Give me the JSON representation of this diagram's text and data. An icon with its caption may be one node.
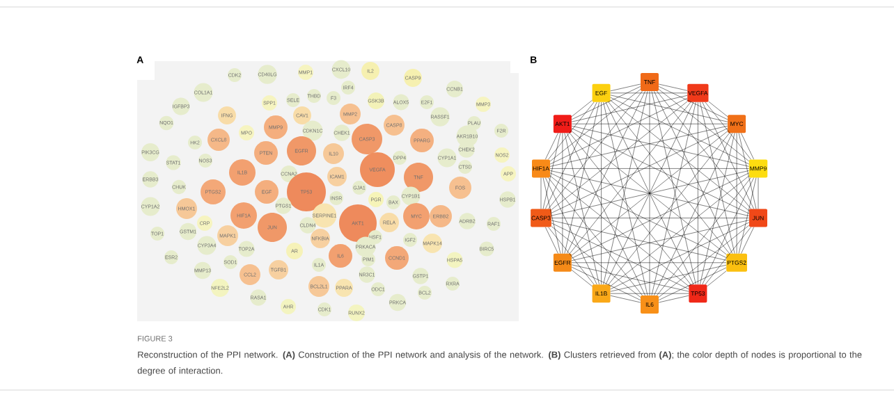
{
  "diagram": {
    "caption": "Reconstruction of the PPI network. **(A)** Construction of the PPI network and analysis of the network. **(B)** Clusters retrieved from **(A)**; the color depth of nodes is proportional to the degree of interaction.",
    "nodes": [
      {
        "text": [
          "CDK2"
        ]
      },
      {
        "text": [
          "CD40LG"
        ]
      },
      {
        "text": [
          "MMP1"
        ]
      },
      {
        "text": [
          "CXCL10"
        ]
      },
      {
        "text": [
          "IL2"
        ]
      },
      {
        "text": [
          "CASP9"
        ]
      },
      {
        "text": [
          "COL1A1"
        ]
      },
      {
        "text": [
          "SELE"
        ]
      },
      {
        "text": [
          "THBD"
        ]
      },
      {
        "text": [
          "IRF4"
        ]
      },
      {
        "text": [
          "F3"
        ]
      },
      {
        "text": [
          "GSK3B"
        ]
      },
      {
        "text": [
          "ALOX5"
        ]
      },
      {
        "text": [
          "E2F1"
        ]
      },
      {
        "text": [
          "CCNB1"
        ]
      },
      {
        "text": [
          "MMP3"
        ]
      },
      {
        "text": [
          "IGFBP3"
        ]
      },
      {
        "text": [
          "SPP1"
        ]
      },
      {
        "text": [
          "IFNG"
        ]
      },
      {
        "text": [
          "CAV1"
        ]
      },
      {
        "text": [
          "MMP2"
        ]
      },
      {
        "text": [
          "RASSF1"
        ]
      },
      {
        "text": [
          "PLAU"
        ]
      },
      {
        "text": [
          "NQO1"
        ]
      },
      {
        "text": [
          "MPO"
        ]
      },
      {
        "text": [
          "MMP9"
        ]
      },
      {
        "text": [
          "CDKN1C"
        ]
      },
      {
        "text": [
          "CHEK1"
        ]
      },
      {
        "text": [
          "CASP8"
        ]
      },
      {
        "text": [
          "PPARG"
        ]
      },
      {
        "text": [
          "AKR1B10"
        ]
      },
      {
        "text": [
          "F2R"
        ]
      },
      {
        "text": [
          "HK2"
        ]
      },
      {
        "text": [
          "CXCL8"
        ]
      },
      {
        "text": [
          "PTEN"
        ]
      },
      {
        "text": [
          "EGFR"
        ]
      },
      {
        "text": [
          "CASP3"
        ]
      },
      {
        "text": [
          "IL10"
        ]
      },
      {
        "text": [
          "DPP4"
        ]
      },
      {
        "text": [
          "CYP1A1"
        ]
      },
      {
        "text": [
          "CHEK2"
        ]
      },
      {
        "text": [
          "NOS2"
        ]
      },
      {
        "text": [
          "PIK3CG"
        ]
      },
      {
        "text": [
          "STAT1"
        ]
      },
      {
        "text": [
          "NOS3"
        ]
      },
      {
        "text": [
          "IL1B"
        ]
      },
      {
        "text": [
          "CCNA2"
        ]
      },
      {
        "text": [
          "ICAM1"
        ]
      },
      {
        "text": [
          "VEGFA"
        ]
      },
      {
        "text": [
          "TNF"
        ]
      },
      {
        "text": [
          "CTSD"
        ]
      },
      {
        "text": [
          "APP"
        ]
      },
      {
        "text": [
          "ERBB3"
        ]
      },
      {
        "text": [
          "CHUK"
        ]
      },
      {
        "text": [
          "PTGS2"
        ]
      },
      {
        "text": [
          "EGF"
        ]
      },
      {
        "text": [
          "TP53"
        ]
      },
      {
        "text": [
          "GJA1"
        ]
      },
      {
        "text": [
          "FOS"
        ]
      },
      {
        "text": [
          "CYP1A2"
        ]
      },
      {
        "text": [
          "HMOX1"
        ]
      },
      {
        "text": [
          "PTGS1"
        ]
      },
      {
        "text": [
          "INSR"
        ]
      },
      {
        "text": [
          "PGR"
        ]
      },
      {
        "text": [
          "BAX"
        ]
      },
      {
        "text": [
          "CYP1B1"
        ]
      },
      {
        "text": [
          "HSPB1"
        ]
      },
      {
        "text": [
          "HIF1A"
        ]
      },
      {
        "text": [
          "SERPINE1"
        ]
      },
      {
        "text": [
          "AKT1"
        ]
      },
      {
        "text": [
          "RELA"
        ]
      },
      {
        "text": [
          "MYC"
        ]
      },
      {
        "text": [
          "ERBB2"
        ]
      },
      {
        "text": [
          "ADRB2"
        ]
      },
      {
        "text": [
          "RAF1"
        ]
      },
      {
        "text": [
          "CRP"
        ]
      },
      {
        "text": [
          "TOP1"
        ]
      },
      {
        "text": [
          "GSTM1"
        ]
      },
      {
        "text": [
          "JUN"
        ]
      },
      {
        "text": [
          "CLDN4"
        ]
      },
      {
        "text": [
          "MAPK1"
        ]
      },
      {
        "text": [
          "NFKBIA"
        ]
      },
      {
        "text": [
          "HSF1"
        ]
      },
      {
        "text": [
          "IGF2"
        ]
      },
      {
        "text": [
          "MAPK14"
        ]
      },
      {
        "text": [
          "BIRC5"
        ]
      },
      {
        "text": [
          "CYP3A4"
        ]
      },
      {
        "text": [
          "TOP2A"
        ]
      },
      {
        "text": [
          "AR"
        ]
      },
      {
        "text": [
          "PRKACA"
        ]
      },
      {
        "text": [
          "IL6"
        ]
      },
      {
        "text": [
          "PIM1"
        ]
      },
      {
        "text": [
          "CCND1"
        ]
      },
      {
        "text": [
          "HSPA5"
        ]
      },
      {
        "text": [
          "ESR2"
        ]
      },
      {
        "text": [
          "SOD1"
        ]
      },
      {
        "text": [
          "MMP13"
        ]
      },
      {
        "text": [
          "TGFB1"
        ]
      },
      {
        "text": [
          "IL1A"
        ]
      },
      {
        "text": [
          "CCL2"
        ]
      },
      {
        "text": [
          "NR3C1"
        ]
      },
      {
        "text": [
          "GSTP1"
        ]
      },
      {
        "text": [
          "RXRA"
        ]
      },
      {
        "text": [
          "NFE2L2"
        ]
      },
      {
        "text": [
          "BCL2L1"
        ]
      },
      {
        "text": [
          "PPARA"
        ]
      },
      {
        "text": [
          "ODC1"
        ]
      },
      {
        "text": [
          "BCL2"
        ]
      },
      {
        "text": [
          "RASA1"
        ]
      },
      {
        "text": [
          "PRKCA"
        ]
      },
      {
        "text": [
          "AHR"
        ]
      },
      {
        "text": [
          "CDK1"
        ]
      },
      {
        "text": [
          "RUNX2"
        ]
      },
      {
        "text": [
          "TNF"
        ]
      },
      {
        "text": [
          "EGF"
        ]
      },
      {
        "text": [
          "VEGFA"
        ]
      },
      {
        "text": [
          "AKT1"
        ]
      },
      {
        "text": [
          "MYC"
        ]
      },
      {
        "text": [
          "HIF1A"
        ]
      },
      {
        "text": [
          "MMP9"
        ]
      },
      {
        "text": [
          "CASP3"
        ]
      },
      {
        "text": [
          "JUN"
        ]
      },
      {
        "text": [
          "EGFR"
        ]
      },
      {
        "text": [
          "PTGS2"
        ]
      },
      {
        "text": [
          "IL1B"
        ]
      },
      {
        "text": [
          "TP53"
        ]
      },
      {
        "text": [
          "IL6"
        ]
      }
    ],
    "edges": [
      {
        "from": 113,
        "to": 114,
        "arrow": "none"
      },
      {
        "from": 113,
        "to": 115,
        "arrow": "none"
      },
      {
        "from": 113,
        "to": 116,
        "arrow": "none"
      },
      {
        "from": 113,
        "to": 117,
        "arrow": "none"
      },
      {
        "from": 113,
        "to": 118,
        "arrow": "none"
      },
      {
        "from": 113,
        "to": 119,
        "arrow": "none"
      },
      {
        "from": 113,
        "to": 120,
        "arrow": "none"
      },
      {
        "from": 113,
        "to": 121,
        "arrow": "none"
      },
      {
        "from": 113,
        "to": 122,
        "arrow": "none"
      },
      {
        "from": 113,
        "to": 123,
        "arrow": "none"
      },
      {
        "from": 113,
        "to": 124,
        "arrow": "none"
      },
      {
        "from": 113,
        "to": 125,
        "arrow": "none"
      },
      {
        "from": 113,
        "to": 126,
        "arrow": "none"
      },
      {
        "from": 114,
        "to": 115,
        "arrow": "none"
      },
      {
        "from": 114,
        "to": 116,
        "arrow": "none"
      },
      {
        "from": 114,
        "to": 117,
        "arrow": "none"
      },
      {
        "from": 114,
        "to": 118,
        "arrow": "none"
      },
      {
        "from": 114,
        "to": 119,
        "arrow": "none"
      },
      {
        "from": 114,
        "to": 120,
        "arrow": "none"
      },
      {
        "from": 114,
        "to": 121,
        "arrow": "none"
      },
      {
        "from": 114,
        "to": 122,
        "arrow": "none"
      },
      {
        "from": 114,
        "to": 123,
        "arrow": "none"
      },
      {
        "from": 114,
        "to": 124,
        "arrow": "none"
      },
      {
        "from": 114,
        "to": 125,
        "arrow": "none"
      },
      {
        "from": 114,
        "to": 126,
        "arrow": "none"
      },
      {
        "from": 115,
        "to": 116,
        "arrow": "none"
      },
      {
        "from": 115,
        "to": 117,
        "arrow": "none"
      },
      {
        "from": 115,
        "to": 118,
        "arrow": "none"
      },
      {
        "from": 115,
        "to": 119,
        "arrow": "none"
      },
      {
        "from": 115,
        "to": 120,
        "arrow": "none"
      },
      {
        "from": 115,
        "to": 121,
        "arrow": "none"
      },
      {
        "from": 115,
        "to": 122,
        "arrow": "none"
      },
      {
        "from": 115,
        "to": 123,
        "arrow": "none"
      },
      {
        "from": 115,
        "to": 124,
        "arrow": "none"
      },
      {
        "from": 115,
        "to": 125,
        "arrow": "none"
      },
      {
        "from": 115,
        "to": 126,
        "arrow": "none"
      },
      {
        "from": 116,
        "to": 117,
        "arrow": "none"
      },
      {
        "from": 116,
        "to": 118,
        "arrow": "none"
      },
      {
        "from": 116,
        "to": 119,
        "arrow": "none"
      },
      {
        "from": 116,
        "to": 120,
        "arrow": "none"
      },
      {
        "from": 116,
        "to": 121,
        "arrow": "none"
      },
      {
        "from": 116,
        "to": 122,
        "arrow": "none"
      },
      {
        "from": 116,
        "to": 123,
        "arrow": "none"
      },
      {
        "from": 116,
        "to": 124,
        "arrow": "none"
      },
      {
        "from": 116,
        "to": 125,
        "arrow": "none"
      },
      {
        "from": 116,
        "to": 126,
        "arrow": "none"
      },
      {
        "from": 117,
        "to": 118,
        "arrow": "none"
      },
      {
        "from": 117,
        "to": 119,
        "arrow": "none"
      },
      {
        "from": 117,
        "to": 120,
        "arrow": "none"
      },
      {
        "from": 117,
        "to": 121,
        "arrow": "none"
      },
      {
        "from": 117,
        "to": 122,
        "arrow": "none"
      },
      {
        "from": 117,
        "to": 123,
        "arrow": "none"
      },
      {
        "from": 117,
        "to": 124,
        "arrow": "none"
      },
      {
        "from": 117,
        "to": 125,
        "arrow": "none"
      },
      {
        "from": 117,
        "to": 126,
        "arrow": "none"
      },
      {
        "from": 118,
        "to": 119,
        "arrow": "none"
      },
      {
        "from": 118,
        "to": 120,
        "arrow": "none"
      },
      {
        "from": 118,
        "to": 121,
        "arrow": "none"
      },
      {
        "from": 118,
        "to": 122,
        "arrow": "none"
      },
      {
        "from": 118,
        "to": 123,
        "arrow": "none"
      },
      {
        "from": 118,
        "to": 124,
        "arrow": "none"
      },
      {
        "from": 118,
        "to": 125,
        "arrow": "none"
      },
      {
        "from": 118,
        "to": 126,
        "arrow": "none"
      },
      {
        "from": 119,
        "to": 120,
        "arrow": "none"
      },
      {
        "from": 119,
        "to": 121,
        "arrow": "none"
      },
      {
        "from": 119,
        "to": 122,
        "arrow": "none"
      },
      {
        "from": 119,
        "to": 123,
        "arrow": "none"
      },
      {
        "from": 119,
        "to": 124,
        "arrow": "none"
      },
      {
        "from": 119,
        "to": 125,
        "arrow": "none"
      },
      {
        "from": 119,
        "to": 126,
        "arrow": "none"
      },
      {
        "from": 120,
        "to": 121,
        "arrow": "none"
      },
      {
        "from": 120,
        "to": 122,
        "arrow": "none"
      },
      {
        "from": 120,
        "to": 123,
        "arrow": "none"
      },
      {
        "from": 120,
        "to": 124,
        "arrow": "none"
      },
      {
        "from": 120,
        "to": 125,
        "arrow": "none"
      },
      {
        "from": 120,
        "to": 126,
        "arrow": "none"
      },
      {
        "from": 121,
        "to": 122,
        "arrow": "none"
      },
      {
        "from": 121,
        "to": 123,
        "arrow": "none"
      },
      {
        "from": 121,
        "to": 124,
        "arrow": "none"
      },
      {
        "from": 121,
        "to": 125,
        "arrow": "none"
      },
      {
        "from": 121,
        "to": 126,
        "arrow": "none"
      },
      {
        "from": 122,
        "to": 123,
        "arrow": "none"
      },
      {
        "from": 122,
        "to": 124,
        "arrow": "none"
      },
      {
        "from": 122,
        "to": 125,
        "arrow": "none"
      },
      {
        "from": 122,
        "to": 126,
        "arrow": "none"
      },
      {
        "from": 123,
        "to": 124,
        "arrow": "none"
      },
      {
        "from": 123,
        "to": 125,
        "arrow": "none"
      },
      {
        "from": 123,
        "to": 126,
        "arrow": "none"
      },
      {
        "from": 124,
        "to": 125,
        "arrow": "none"
      },
      {
        "from": 124,
        "to": 126,
        "arrow": "none"
      },
      {
        "from": 125,
        "to": 126,
        "arrow": "none"
      }
    ],
    "labels": [
      "A",
      "B",
      "FIGURE 3"
    ]
  }
}
